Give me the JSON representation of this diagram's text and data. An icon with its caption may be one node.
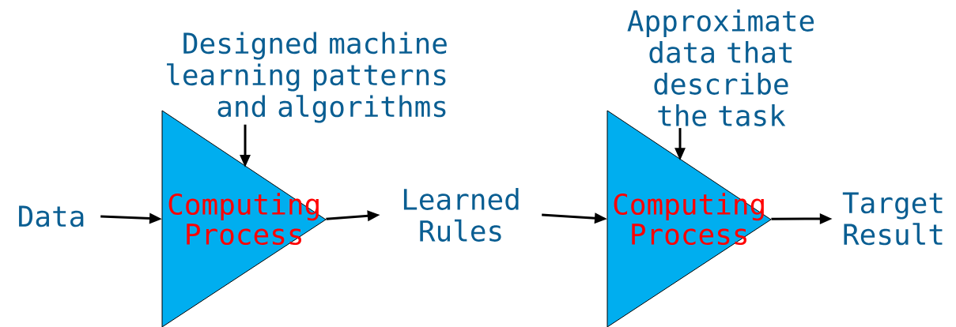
{
  "diagram": {
    "nodes": [
      {
        "text": [
          "Data"
        ]
      },
      {
        "text": [
          "Designed machine learning patterns and algorithms"
        ]
      },
      {
        "text": [
          "Computing Process"
        ]
      },
      {
        "text": [
          "Learned Rules"
        ]
      },
      {
        "text": [
          "Approximate data that describe the task"
        ]
      },
      {
        "text": [
          "Computing Process"
        ]
      },
      {
        "text": [
          "Target Result"
        ]
      }
    ],
    "edges": [
      {
        "from": 0,
        "to": 2,
        "arrow": "to"
      },
      {
        "from": 1,
        "to": 2,
        "arrow": "to"
      },
      {
        "from": 2,
        "to": 3,
        "arrow": "to"
      },
      {
        "from": 3,
        "to": 5,
        "arrow": "to"
      },
      {
        "from": 4,
        "to": 5,
        "arrow": "to"
      },
      {
        "from": 5,
        "to": 6,
        "arrow": "to"
      }
    ]
  }
}
